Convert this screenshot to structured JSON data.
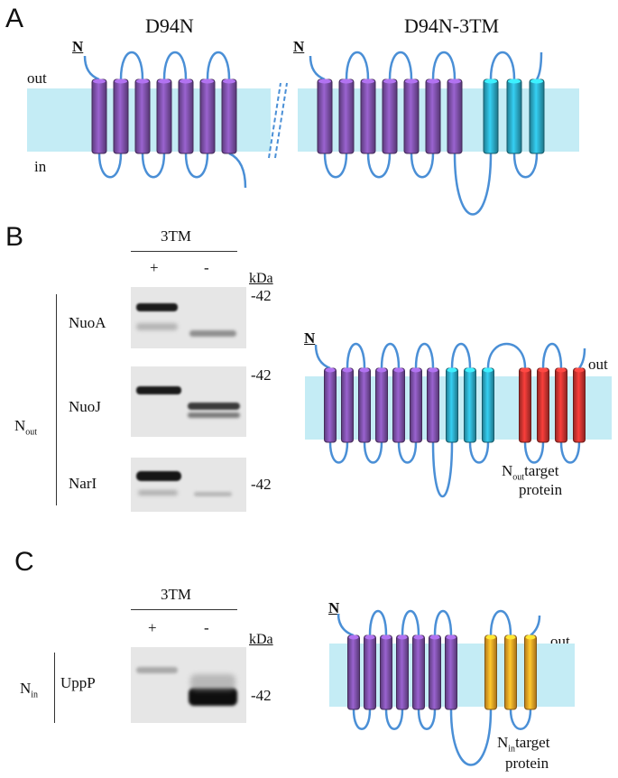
{
  "panels": {
    "a": {
      "letter": "A",
      "construct_left": "D94N",
      "construct_right": "D94N-3TM",
      "n_left": "N",
      "n_right": "N",
      "side_out": "out",
      "side_in": "in"
    },
    "b": {
      "letter": "B",
      "lane_header": "3TM",
      "plus": "+",
      "minus": "-",
      "kda": "kDa",
      "group_label_main": "N",
      "group_label_sub": "out",
      "gels": [
        {
          "label": "NuoA",
          "marker": "-42"
        },
        {
          "label": "NuoJ",
          "marker": "-42"
        },
        {
          "label": "NarI",
          "marker": "-42"
        }
      ],
      "diagram": {
        "n_label": "N",
        "side_out": "out",
        "target_main": "N",
        "target_sub": "out",
        "target_tail": "target",
        "target_line2": "protein"
      }
    },
    "c": {
      "letter": "C",
      "lane_header": "3TM",
      "plus": "+",
      "minus": "-",
      "kda": "kDa",
      "group_label_main": "N",
      "group_label_sub": "in",
      "gels": [
        {
          "label": "UppP",
          "marker": "-42"
        }
      ],
      "diagram": {
        "n_label": "N",
        "side_out": "out",
        "target_main": "N",
        "target_sub": "in",
        "target_tail": "target",
        "target_line2": "protein"
      }
    }
  },
  "colors": {
    "membrane": "#c4ecf5",
    "loop": "#4a8fd6",
    "purple_helix": "#7b4fa6",
    "teal_helix": "#2aa6c2",
    "red_helix": "#c8322f",
    "orange_helix": "#f0a024",
    "gel_bg": "#e6e6e6",
    "band": "#1a1a1a"
  }
}
